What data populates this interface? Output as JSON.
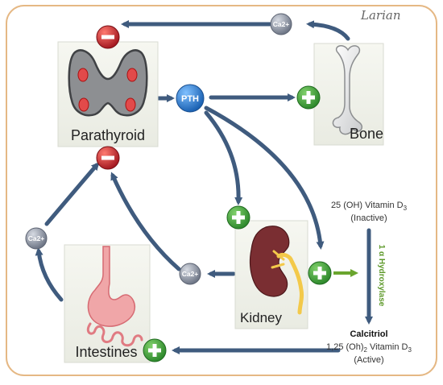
{
  "signature": "Larian",
  "nodes": {
    "parathyroid": {
      "label": "Parathyroid"
    },
    "bone": {
      "label": "Bone"
    },
    "kidney": {
      "label": "Kidney"
    },
    "intestines": {
      "label": "Intestines"
    }
  },
  "badges": {
    "pth": "PTH",
    "ca_top": "Ca2+",
    "ca_left": "Ca2+",
    "ca_kidney": "Ca2+"
  },
  "vitamin_inactive": {
    "line1": "25 (OH) Vitamin D",
    "sub1": "3",
    "line2": "(Inactive)"
  },
  "enzyme": "1 α Hydroxylase",
  "calcitriol": {
    "title": "Calcitriol",
    "line1": "1,25 (Oh)",
    "sub_a": "2",
    "line1b": " Vitamin D",
    "sub_b": "3",
    "line2": "(Active)"
  },
  "signs": {
    "plus": "+",
    "minus": "−"
  },
  "colors": {
    "arrow": "#3f5b7e",
    "enzyme_arrow": "#6aa52e",
    "enzyme_text": "#5f9a2c",
    "plus": "#3f9a3a",
    "minus": "#c0262d",
    "pth": "#2a7fd1",
    "calcium": "#8f96a6",
    "frame": "#e5b884"
  }
}
